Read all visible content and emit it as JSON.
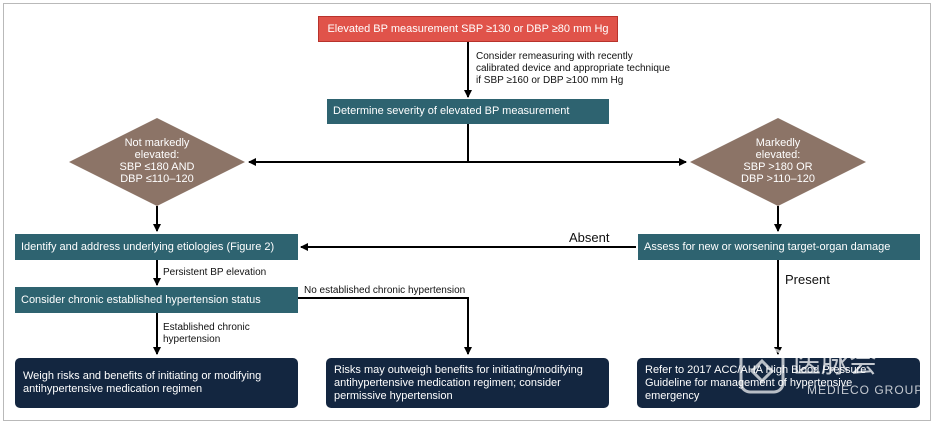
{
  "nodes": {
    "elevated_bp": "Elevated BP measurement SBP ≥130 or DBP ≥80 mm Hg",
    "remeasure_note": [
      "Consider remeasuring with recently",
      "calibrated device and appropriate technique",
      "if SBP ≥160 or DBP ≥100 mm Hg"
    ],
    "determine_severity": "Determine severity of elevated BP measurement",
    "not_markedly": [
      "Not markedly",
      "elevated:",
      "SBP ≤180 AND",
      "DBP ≤110–120"
    ],
    "markedly": [
      "Markedly",
      "elevated:",
      "SBP >180 OR",
      "DBP >110–120"
    ],
    "identify_etiologies": "Identify and address underlying etiologies (Figure 2)",
    "assess_damage": "Assess for new or worsening target-organ damage",
    "chronic_status": "Consider chronic established hypertension status",
    "weigh_risks": [
      "Weigh risks and benefits of initiating or modifying",
      "antihypertensive medication regimen"
    ],
    "risks_outweigh": [
      "Risks may outweigh benefits for initiating/modifying",
      "antihypertensive medication regimen; consider",
      "permissive hypertension"
    ],
    "refer_guideline": [
      "Refer to 2017 ACC/AHA High Blood Pressure",
      "Guideline for management of hypertensive",
      "emergency"
    ]
  },
  "edge_labels": {
    "absent": "Absent",
    "present": "Present",
    "persistent": "Persistent BP elevation",
    "no_established": "No established chronic hypertension",
    "established": [
      "Established chronic",
      "hypertension"
    ]
  },
  "watermark": {
    "cn": "医脉会",
    "en": "MEDIECO GROUP"
  },
  "colors": {
    "red_box": "#e0534a",
    "teal_box": "#2e6370",
    "navy_box": "#132640",
    "diamond": "#8c7467",
    "arrow": "#000000"
  }
}
